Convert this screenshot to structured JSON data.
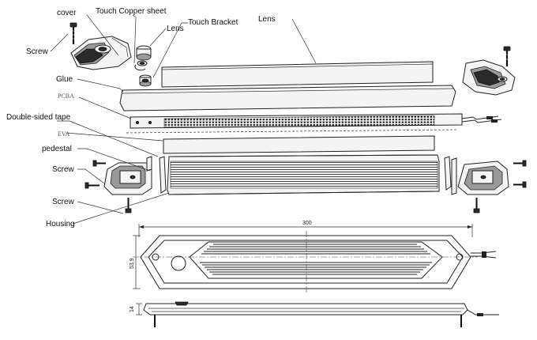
{
  "labels": {
    "cover": "cover",
    "touch_copper_sheet": "Touch Copper sheet",
    "touch_bracket": "Touch Bracket",
    "lens_top": "Lens",
    "lens_small": "Lens",
    "screw_top": "Screw",
    "glue": "Glue",
    "pcba": "PCBA",
    "double_sided_tape": "Double-sided tape",
    "eva": "EVA",
    "pedestal": "pedestal",
    "screw_mid": "Screw",
    "screw_bottom": "Screw",
    "housing": "Housing"
  },
  "dimensions": {
    "length": "300",
    "width": "53.9",
    "height": "14"
  }
}
